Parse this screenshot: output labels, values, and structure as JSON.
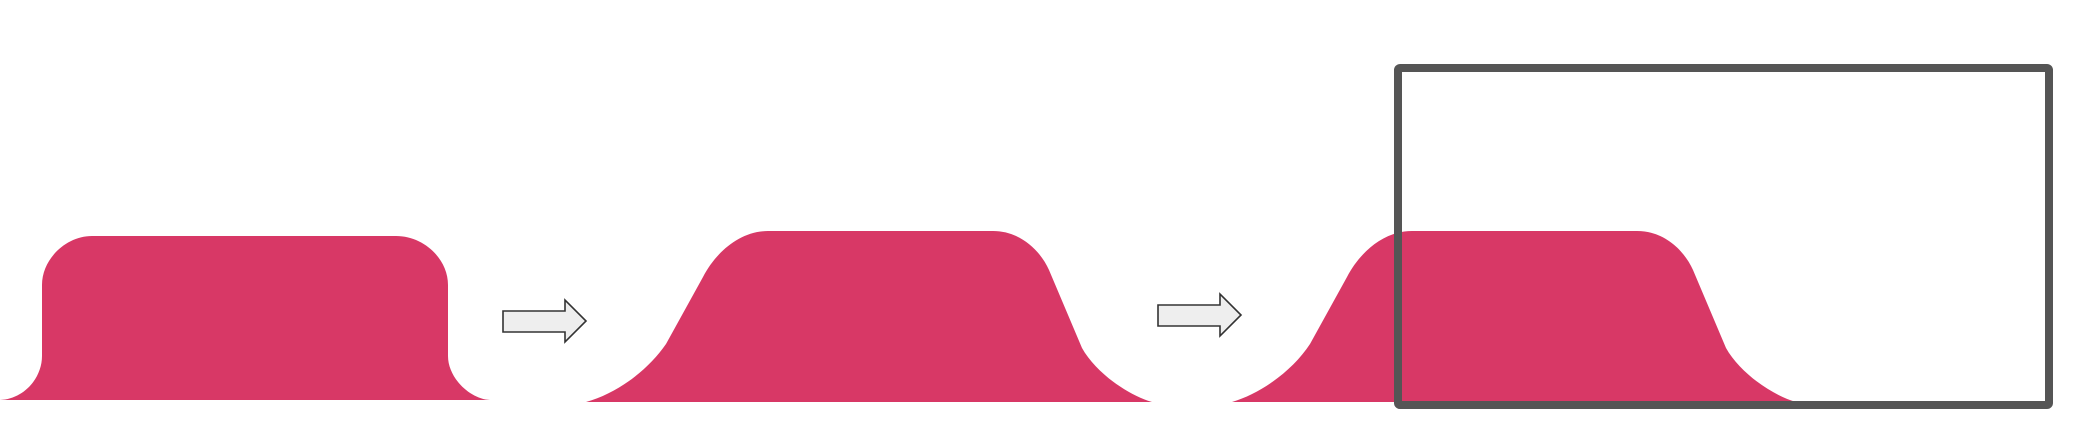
{
  "diagram": {
    "steps": [
      {
        "id": "rounded-tab"
      },
      {
        "id": "sloped-tab"
      },
      {
        "id": "sloped-tab-selected"
      }
    ],
    "arrows": [
      {
        "from": "rounded-tab",
        "to": "sloped-tab"
      },
      {
        "from": "sloped-tab",
        "to": "sloped-tab-selected"
      }
    ],
    "colors": {
      "tab_fill": "#d83866",
      "arrow_fill": "#eeeeee",
      "arrow_stroke": "#333333",
      "selection_stroke": "#555555",
      "background": "#ffffff"
    }
  }
}
